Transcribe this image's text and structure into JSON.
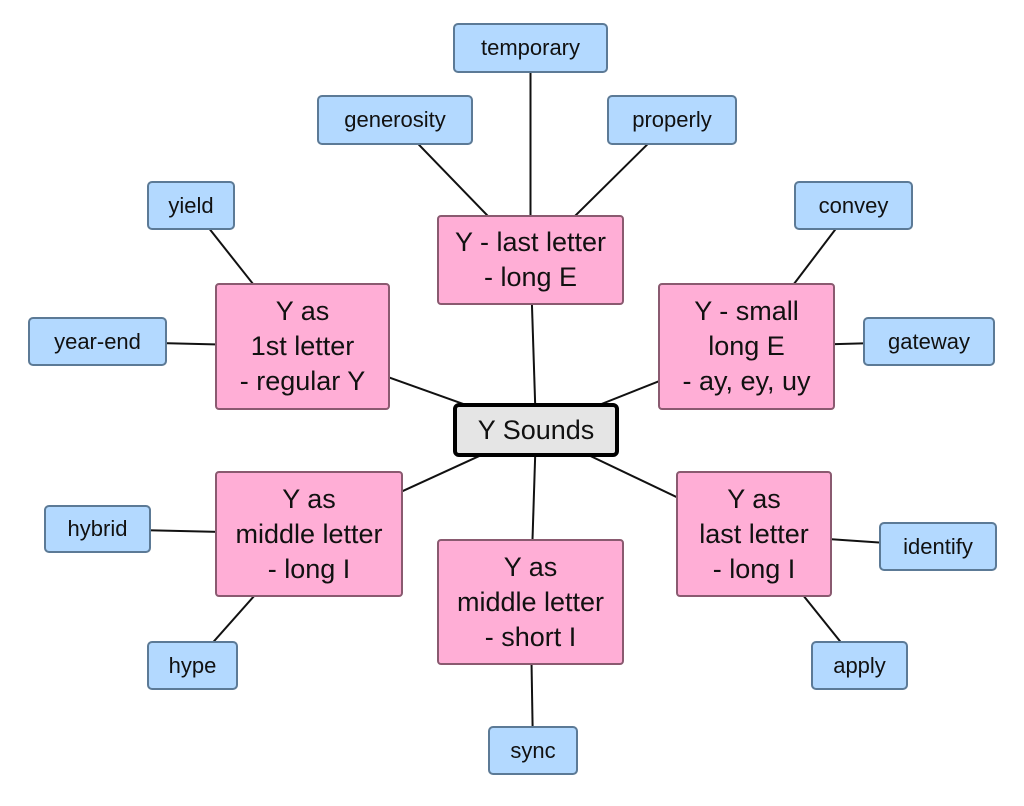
{
  "diagram": {
    "type": "mind-map",
    "colors": {
      "root_fill": "#e5e5e5",
      "category_fill": "#ffaed6",
      "leaf_fill": "#b3d9ff",
      "edge": "#111111"
    },
    "root": {
      "id": "root",
      "label": "Y Sounds"
    },
    "categories": [
      {
        "id": "cat-last-long-e",
        "label": "Y - last letter\n- long E",
        "leaves": [
          "temporary",
          "generosity",
          "properly"
        ]
      },
      {
        "id": "cat-first-regular-y",
        "label": "Y as\n1st letter\n- regular Y",
        "leaves": [
          "yield",
          "year-end"
        ]
      },
      {
        "id": "cat-small-long-e",
        "label": "Y - small\nlong E\n- ay, ey, uy",
        "leaves": [
          "convey",
          "gateway"
        ]
      },
      {
        "id": "cat-middle-long-i",
        "label": "Y as\nmiddle letter\n- long I",
        "leaves": [
          "hybrid",
          "hype"
        ]
      },
      {
        "id": "cat-middle-short-i",
        "label": "Y as\nmiddle letter\n- short I",
        "leaves": [
          "sync"
        ]
      },
      {
        "id": "cat-last-long-i",
        "label": "Y as\nlast letter\n- long I",
        "leaves": [
          "identify",
          "apply"
        ]
      }
    ]
  }
}
